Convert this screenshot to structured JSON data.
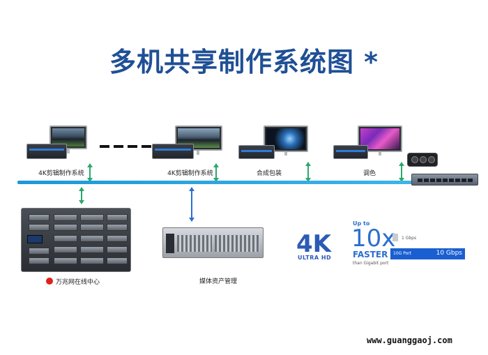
{
  "title": "多机共享制作系统图 *",
  "stations": [
    {
      "label": "4K剪辑制作系统"
    },
    {
      "label": "4K剪辑制作系统"
    },
    {
      "label": "合成包装"
    },
    {
      "label": "调色"
    }
  ],
  "storage": {
    "label": "万兆网在线中心"
  },
  "server": {
    "label": "媒体资产管理"
  },
  "badge_4k": {
    "main": "4K",
    "sub": "ULTRA HD"
  },
  "speed_graphic": {
    "up_to": "Up to",
    "multiplier": "10x",
    "faster": "FASTER",
    "than": "than Gigabit port",
    "gigabit_label": "1 Gbps",
    "port_label": "10G Port",
    "port_speed": "10 Gbps"
  },
  "watermark": "www.guanggaoj.com",
  "colors": {
    "title": "#1f4f95",
    "bus": "#1c98d8",
    "arrow_green": "#2aa86b",
    "arrow_blue": "#2b6fd0",
    "red_dot": "#e0201b"
  }
}
